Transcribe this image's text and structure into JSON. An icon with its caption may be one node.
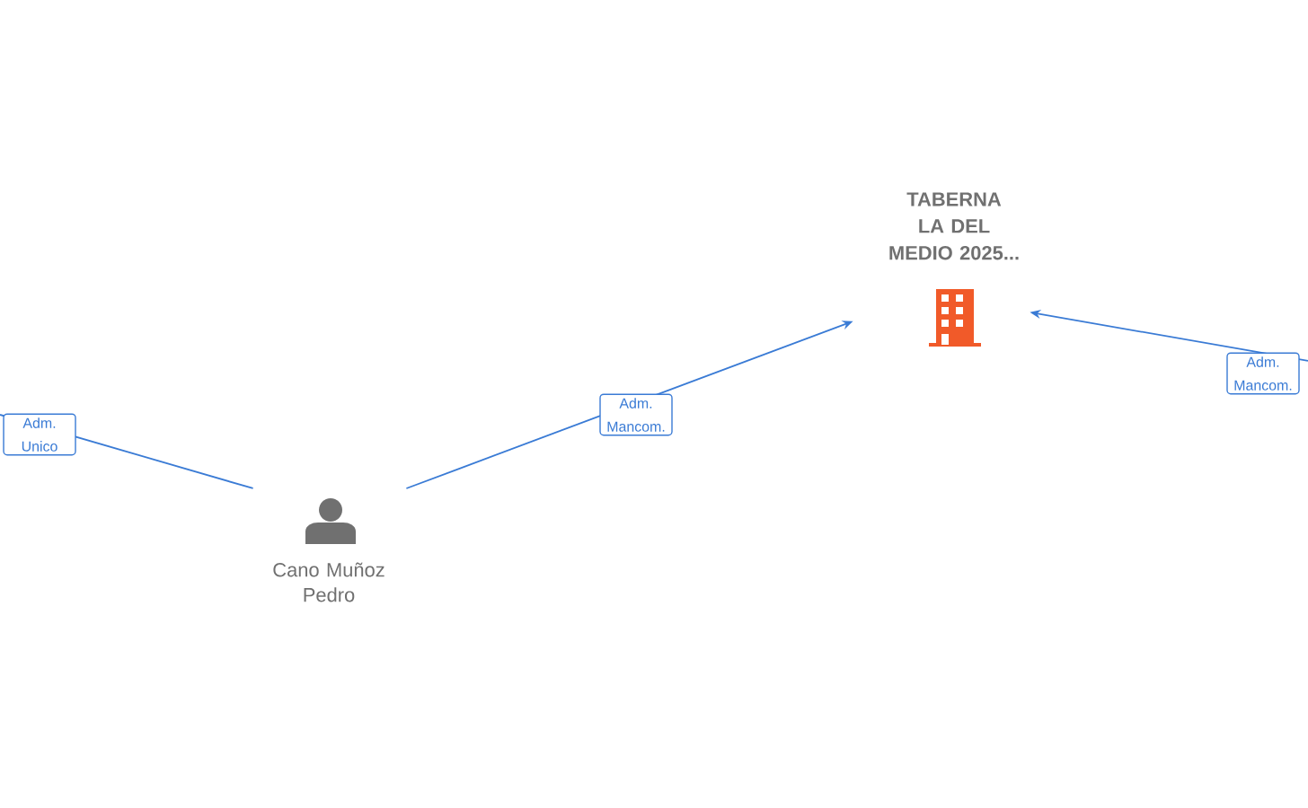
{
  "diagram": {
    "nodes": [
      {
        "text": [
          "TABERNA LA DEL MEDIO 2025..."
        ]
      },
      {
        "text": [
          "Cano Muñoz Pedro"
        ]
      }
    ],
    "edges": [
      {
        "from": 1,
        "to": null,
        "arrow": "none",
        "label": "Adm. Unico"
      },
      {
        "from": 1,
        "to": 0,
        "arrow": "to",
        "label": "Adm. Mancom."
      },
      {
        "from": null,
        "to": 0,
        "arrow": "to",
        "label": "Adm. Mancom."
      }
    ]
  }
}
